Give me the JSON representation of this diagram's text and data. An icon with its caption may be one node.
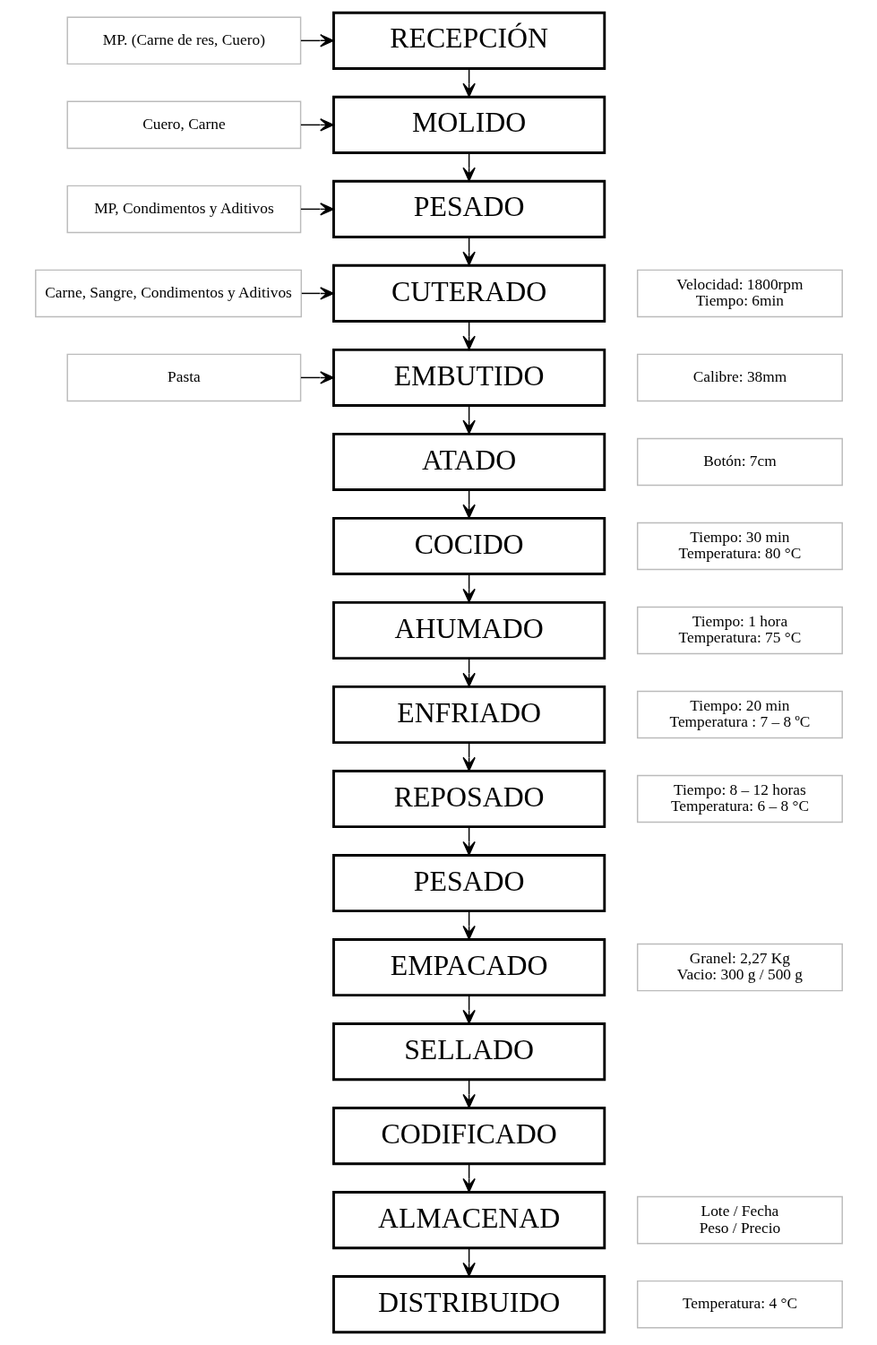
{
  "diagram": {
    "nodes": [
      {
        "text": [
          "MP. (Carne de res, Cuero)"
        ]
      },
      {
        "text": [
          "RECEPCIÓN"
        ]
      },
      {
        "text": [
          "Cuero, Carne"
        ]
      },
      {
        "text": [
          "MOLIDO"
        ]
      },
      {
        "text": [
          "MP, Condimentos y Aditivos"
        ]
      },
      {
        "text": [
          "PESADO"
        ]
      },
      {
        "text": [
          "Carne, Sangre, Condimentos y Aditivos"
        ]
      },
      {
        "text": [
          "CUTERADO"
        ]
      },
      {
        "text": [
          "Velocidad: 1800rpm",
          "Tiempo: 6min"
        ]
      },
      {
        "text": [
          "Pasta"
        ]
      },
      {
        "text": [
          "EMBUTIDO"
        ]
      },
      {
        "text": [
          "Calibre: 38mm"
        ]
      },
      {
        "text": [
          "ATADO"
        ]
      },
      {
        "text": [
          "Botón: 7cm"
        ]
      },
      {
        "text": [
          "COCIDO"
        ]
      },
      {
        "text": [
          "Tiempo: 30 min",
          "Temperatura: 80 °C"
        ]
      },
      {
        "text": [
          "AHUMADO"
        ]
      },
      {
        "text": [
          "Tiempo: 1 hora",
          "Temperatura: 75 °C"
        ]
      },
      {
        "text": [
          "ENFRIADO"
        ]
      },
      {
        "text": [
          "Tiempo: 20 min",
          "Temperatura : 7 – 8 ºC"
        ]
      },
      {
        "text": [
          "REPOSADO"
        ]
      },
      {
        "text": [
          "Tiempo: 8 – 12 horas",
          "Temperatura: 6 – 8 °C"
        ]
      },
      {
        "text": [
          "PESADO"
        ]
      },
      {
        "text": [
          "EMPACADO"
        ]
      },
      {
        "text": [
          "Granel: 2,27 Kg",
          "Vacio: 300 g / 500 g"
        ]
      },
      {
        "text": [
          "SELLADO"
        ]
      },
      {
        "text": [
          "CODIFICADO"
        ]
      },
      {
        "text": [
          "ALMACENAD"
        ]
      },
      {
        "text": [
          "Lote / Fecha",
          "Peso / Precio"
        ]
      },
      {
        "text": [
          "DISTRIBUIDO"
        ]
      },
      {
        "text": [
          "Temperatura: 4 °C"
        ]
      }
    ],
    "edges": [
      {
        "from": 0,
        "to": 1,
        "arrow": "to"
      },
      {
        "from": 1,
        "to": 3,
        "arrow": "to"
      },
      {
        "from": 2,
        "to": 3,
        "arrow": "to"
      },
      {
        "from": 3,
        "to": 5,
        "arrow": "to"
      },
      {
        "from": 4,
        "to": 5,
        "arrow": "to"
      },
      {
        "from": 5,
        "to": 7,
        "arrow": "to"
      },
      {
        "from": 6,
        "to": 7,
        "arrow": "to"
      },
      {
        "from": 7,
        "to": 10,
        "arrow": "to"
      },
      {
        "from": 9,
        "to": 10,
        "arrow": "to"
      },
      {
        "from": 10,
        "to": 12,
        "arrow": "to"
      },
      {
        "from": 12,
        "to": 14,
        "arrow": "to"
      },
      {
        "from": 14,
        "to": 16,
        "arrow": "to"
      },
      {
        "from": 16,
        "to": 18,
        "arrow": "to"
      },
      {
        "from": 18,
        "to": 20,
        "arrow": "to"
      },
      {
        "from": 20,
        "to": 22,
        "arrow": "to"
      },
      {
        "from": 22,
        "to": 23,
        "arrow": "to"
      },
      {
        "from": 23,
        "to": 25,
        "arrow": "to"
      },
      {
        "from": 25,
        "to": 26,
        "arrow": "to"
      },
      {
        "from": 26,
        "to": 27,
        "arrow": "to"
      },
      {
        "from": 27,
        "to": 29,
        "arrow": "to"
      }
    ]
  }
}
